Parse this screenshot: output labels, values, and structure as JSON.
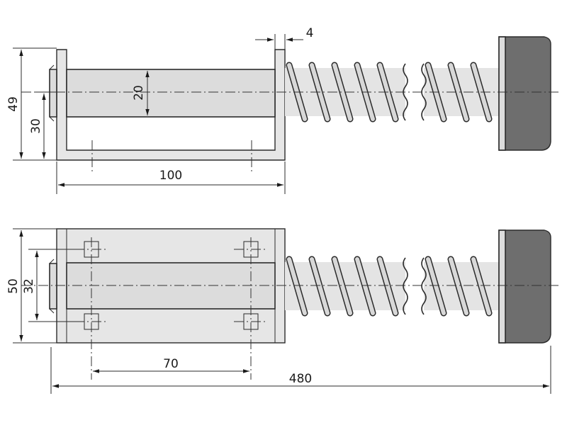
{
  "drawing": {
    "top_view": {
      "dim_height_outer": "49",
      "dim_height_inner": "30",
      "dim_rod_diameter": "20",
      "dim_plate_thickness": "4",
      "dim_bracket_length": "100"
    },
    "front_view": {
      "dim_height_outer": "50",
      "dim_height_inner": "32",
      "dim_hole_spacing": "70",
      "dim_total_length": "480"
    }
  }
}
